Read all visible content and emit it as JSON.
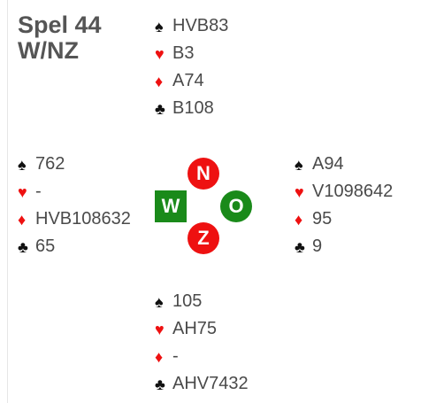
{
  "title": {
    "line1": "Spel 44",
    "line2": "W/NZ"
  },
  "suit_symbols": {
    "spade": "♠",
    "heart": "♥",
    "diamond": "♦",
    "club": "♣"
  },
  "colors": {
    "red_suit": "#ee1111",
    "black_suit": "#111111",
    "vulnerable_badge": "#ee1111",
    "non_vulnerable_badge": "#1a8a1a"
  },
  "compass": {
    "north": "N",
    "west": "W",
    "east": "O",
    "south": "Z"
  },
  "hands": {
    "north": {
      "spades": "HVB83",
      "hearts": "B3",
      "diamonds": "A74",
      "clubs": "B108"
    },
    "west": {
      "spades": "762",
      "hearts": "-",
      "diamonds": "HVB108632",
      "clubs": "65"
    },
    "east": {
      "spades": "A94",
      "hearts": "V1098642",
      "diamonds": "95",
      "clubs": "9"
    },
    "south": {
      "spades": "105",
      "hearts": "AH75",
      "diamonds": "-",
      "clubs": "AHV7432"
    }
  }
}
